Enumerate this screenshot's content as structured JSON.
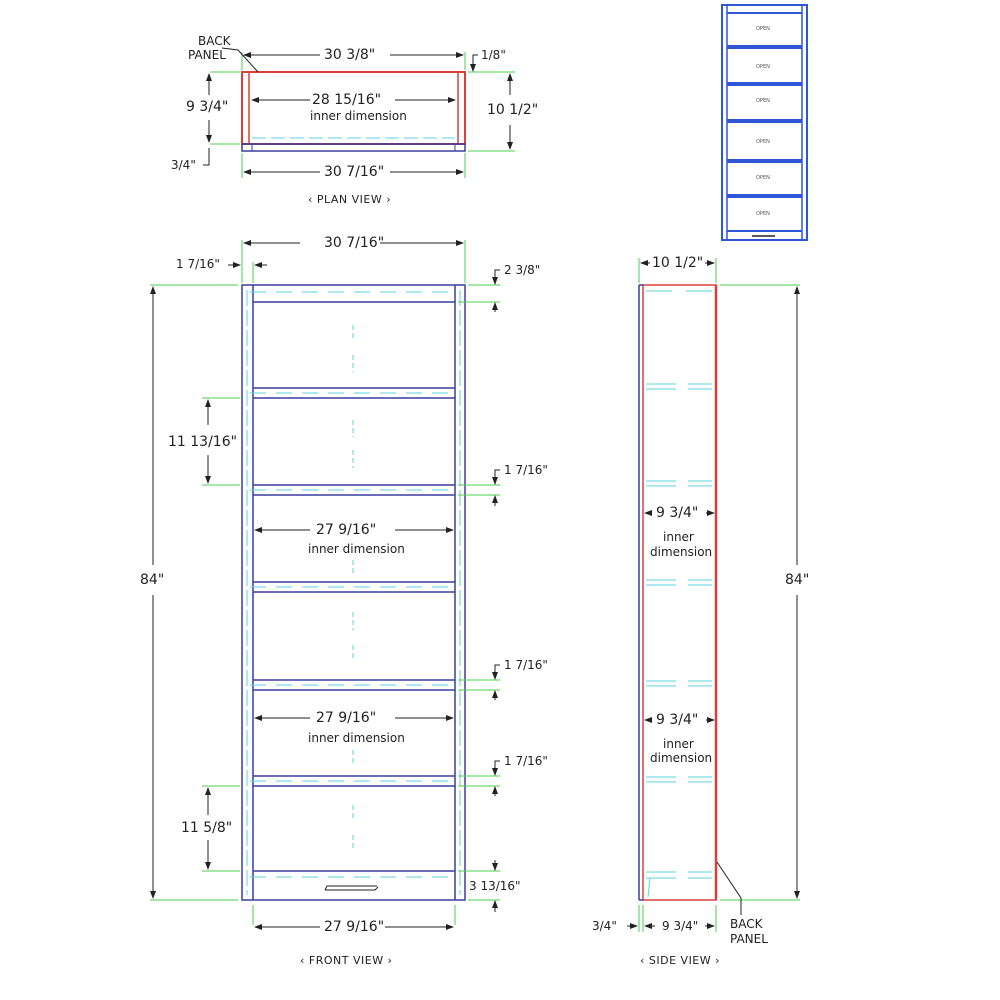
{
  "colors": {
    "outline": "#3a3f9e",
    "back_panel": "#d9403a",
    "hidden": "#5fd3e0",
    "extension": "#4ccd4c",
    "dimension": "#222222",
    "shadow_outline": "#2f56d6"
  },
  "plan_view": {
    "title": "‹ PLAN VIEW ›",
    "back_panel_label_1": "BACK",
    "back_panel_label_2": "PANEL",
    "overall_back_width": "30 3/8\"",
    "back_thickness": "1/8\"",
    "inner_width": "28 15/16\"",
    "inner_note": "inner dimension",
    "inner_depth": "9 3/4\"",
    "overall_depth": "10 1/2\"",
    "face_thickness": "3/4\"",
    "overall_width": "30 7/16\""
  },
  "thumbnail": {
    "compartments": [
      "OPEN",
      "OPEN",
      "OPEN",
      "OPEN",
      "OPEN",
      "OPEN"
    ]
  },
  "front_view": {
    "title": "‹ FRONT VIEW ›",
    "overall_width": "30 7/16\"",
    "stile_width": "1 7/16\"",
    "top_rail": "2 3/8\"",
    "opening_height_top": "11 13/16\"",
    "shelf_rail_1": "1 7/16\"",
    "inner_width_1": "27 9/16\"",
    "inner_note_1": "inner dimension",
    "overall_height": "84\"",
    "shelf_rail_2": "1 7/16\"",
    "inner_width_2": "27 9/16\"",
    "inner_note_2": "inner dimension",
    "shelf_rail_3": "1 7/16\"",
    "opening_height_bottom": "11 5/8\"",
    "bottom_rail": "3 13/16\"",
    "bottom_inner_width": "27 9/16\""
  },
  "side_view": {
    "title": "‹ SIDE VIEW ›",
    "overall_depth": "10 1/2\"",
    "overall_height": "84\"",
    "inner_depth_1": "9 3/4\"",
    "inner_note_1a": "inner",
    "inner_note_1b": "dimension",
    "inner_depth_2": "9 3/4\"",
    "inner_note_2a": "inner",
    "inner_note_2b": "dimension",
    "face_thickness": "3/4\"",
    "bottom_inner_depth": "9 3/4\"",
    "back_panel_label_1": "BACK",
    "back_panel_label_2": "PANEL"
  }
}
